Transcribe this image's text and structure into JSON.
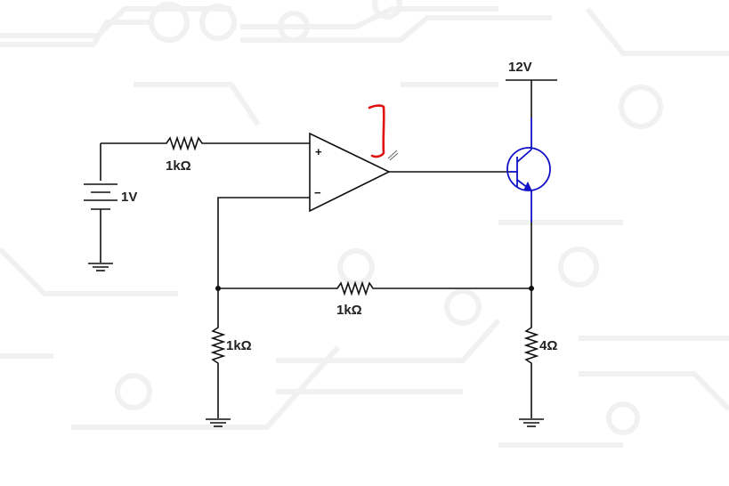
{
  "diagram": {
    "type": "circuit-schematic",
    "components": {
      "source": {
        "label": "1V"
      },
      "r_input": {
        "label": "1kΩ"
      },
      "opamp": {
        "plus_sign": "+",
        "minus_sign": "−"
      },
      "supply": {
        "label": "12V"
      },
      "transistor": {
        "kind": "NPN BJT",
        "color": "#1010c8"
      },
      "r_feedback": {
        "label": "1kΩ"
      },
      "r_ground": {
        "label": "1kΩ"
      },
      "r_load": {
        "label": "4Ω"
      }
    },
    "annotation": {
      "color": "#e01010",
      "description": "red hand-drawn bracket near op-amp output"
    }
  }
}
